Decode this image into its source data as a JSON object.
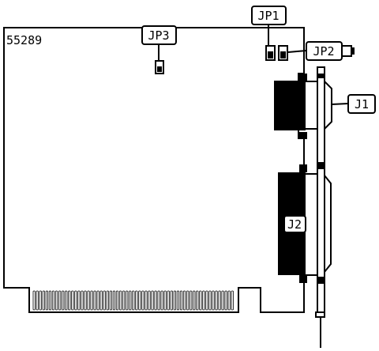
{
  "board": {
    "part_number": "55289"
  },
  "callouts": {
    "jp1": "JP1",
    "jp2": "JP2",
    "jp3": "JP3",
    "j1": "J1",
    "j2": "J2"
  },
  "colors": {
    "line": "#000000",
    "fill": "#ffffff",
    "connector": "#000000"
  }
}
